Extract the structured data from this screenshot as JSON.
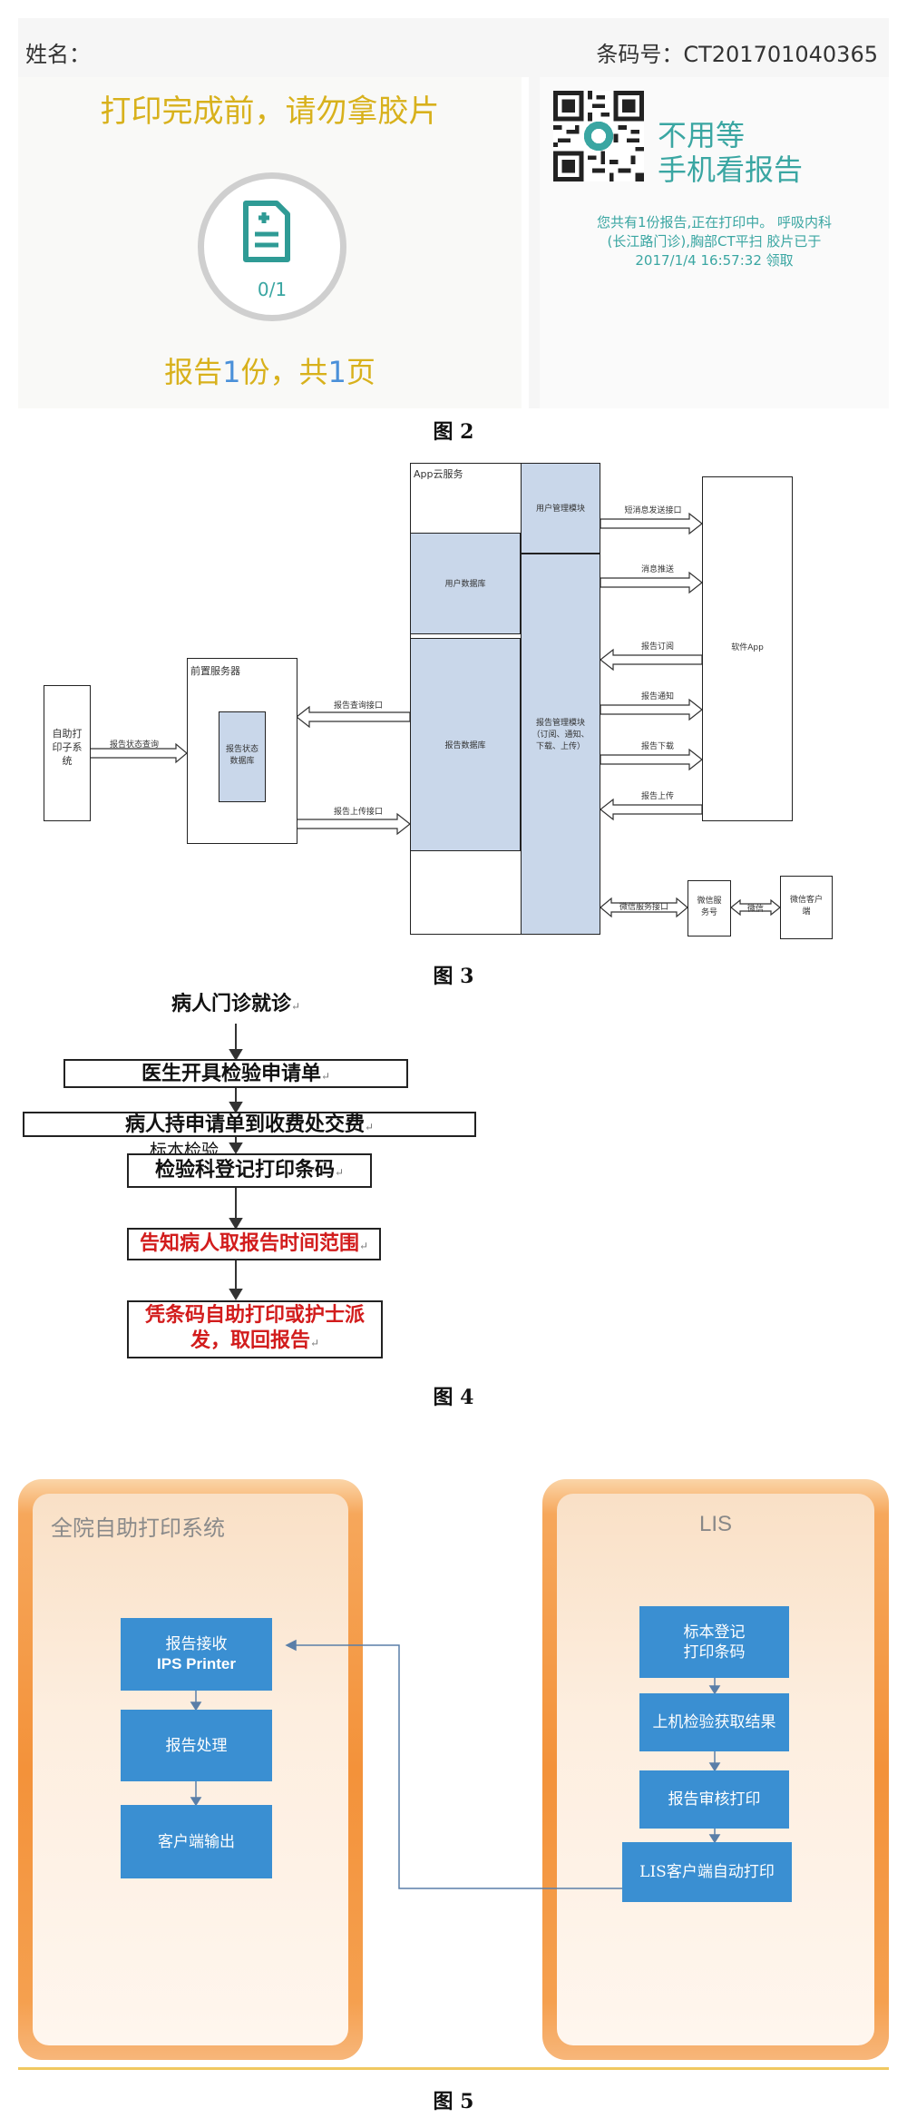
{
  "fig2": {
    "name_label": "姓名：",
    "barcode_label": "条码号：CT201701040365",
    "warning": "打印完成前，请勿拿胶片",
    "progress": "0/1",
    "report_prefix": "报告",
    "report_count": "1",
    "report_mid": "份，共",
    "page_count": "1",
    "report_suffix": "页",
    "no_wait_line1": "不用等",
    "no_wait_line2": "手机看报告",
    "message_line1": "您共有1份报告,正在打印中。 呼吸内科",
    "message_line2": "(长江路门诊),胸部CT平扫 胶片已于",
    "message_line3": "2017/1/4 16:57:32 领取",
    "caption": "图 2"
  },
  "fig3": {
    "self_print": "自助打\n印子系\n统",
    "report_query_left": "报告状态查询",
    "front_server": "前置服务器",
    "report_status_db": "报告状态\n数据库",
    "report_query_if": "报告查询接口",
    "report_upload_if": "报告上传接口",
    "cloud": "App云服务",
    "user_db": "用户数据库",
    "report_db": "报告数据库",
    "user_mgmt": "用户管理模块",
    "report_mgmt": "报告管理模块\n（订阅、通知、\n下载、上传）",
    "msg_push_if": "短消息发送接口",
    "app": "软件App",
    "arrows": [
      "消息推送",
      "报告订阅",
      "报告通知",
      "报告下载",
      "报告上传"
    ],
    "wechat_if": "微信服务接口",
    "wechat_server": "微信服\n务号",
    "wechat_mid": "微信",
    "wechat_client": "微信客户\n端",
    "caption": "图 3"
  },
  "fig4": {
    "step1": "病人门诊就诊",
    "step2": "医生开具检验申请单",
    "step3": "病人持申请单到收费处交费",
    "side_label": "标本检验",
    "step4": "检验科登记打印条码",
    "step5": "告知病人取报告时间范围",
    "step6_line1": "凭条码自助打印或护士派",
    "step6_line2": "发，取回报告",
    "caption": "图 4"
  },
  "fig5": {
    "left_title": "全院自助打印系统",
    "right_title": "LIS",
    "left_box1_l1": "报告接收",
    "left_box1_l2": "IPS Printer",
    "left_box2": "报告处理",
    "left_box3": "客户端输出",
    "right_box1_l1": "标本登记",
    "right_box1_l2": "打印条码",
    "right_box2": "上机检验获取结果",
    "right_box3": "报告审核打印",
    "right_box4": "LIS客户端自动打印",
    "caption": "图 5"
  }
}
